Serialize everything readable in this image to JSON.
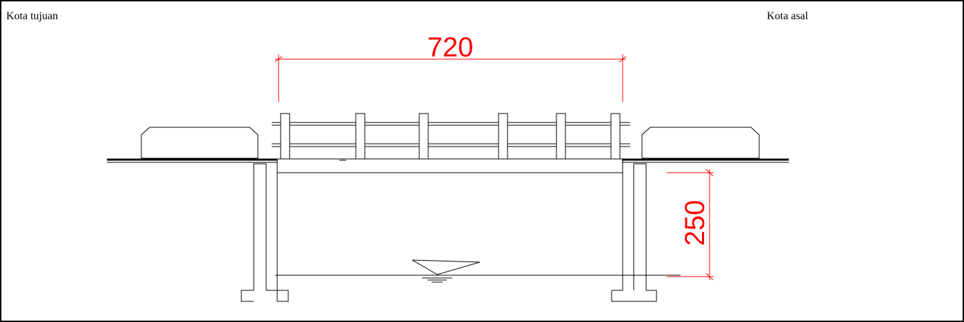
{
  "labels": {
    "left": "Kota tujuan",
    "right": "Kota asal"
  },
  "dimensions": {
    "span": "720",
    "height": "250"
  },
  "colors": {
    "line": "#000000",
    "dimension": "#ff0000"
  }
}
